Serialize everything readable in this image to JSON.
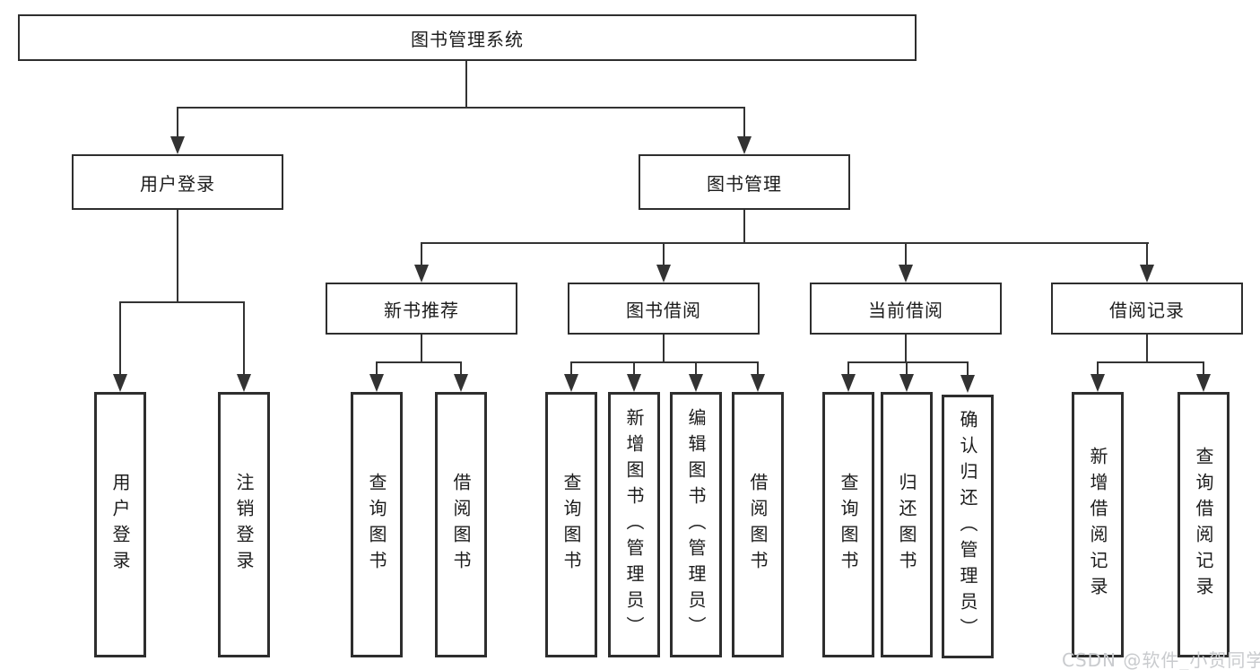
{
  "diagram": {
    "type": "hierarchy-tree",
    "tree": {
      "root": {
        "label": "图书管理系统"
      },
      "level1": [
        {
          "label": "用户登录",
          "children": [
            {
              "label": "用户登录"
            },
            {
              "label": "注销登录"
            }
          ]
        },
        {
          "label": "图书管理",
          "children": [
            {
              "label": "新书推荐",
              "children": [
                {
                  "label": "查询图书"
                },
                {
                  "label": "借阅图书"
                }
              ]
            },
            {
              "label": "图书借阅",
              "children": [
                {
                  "label": "查询图书"
                },
                {
                  "label": "新增图书（管理员）"
                },
                {
                  "label": "编辑图书（管理员）"
                },
                {
                  "label": "借阅图书"
                }
              ]
            },
            {
              "label": "当前借阅",
              "children": [
                {
                  "label": "查询图书"
                },
                {
                  "label": "归还图书"
                },
                {
                  "label": "确认归还（管理员）"
                }
              ]
            },
            {
              "label": "借阅记录",
              "children": [
                {
                  "label": "新增借阅记录"
                },
                {
                  "label": "查询借阅记录"
                }
              ]
            }
          ]
        }
      ]
    },
    "colors": {
      "background": "#ffffff",
      "line": "#333333",
      "box_border": "#2e2e2e",
      "text": "#1c1c1c",
      "watermark": "#c9cbce"
    }
  },
  "watermark": {
    "text": "CSDN @软件_小贺同学"
  }
}
